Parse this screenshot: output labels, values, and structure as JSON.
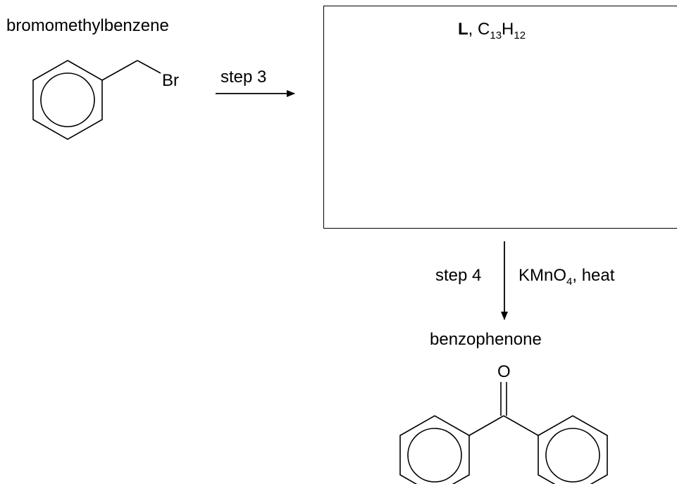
{
  "start": {
    "name": "bromomethylbenzene",
    "bromine": "Br"
  },
  "step3": {
    "label": "step 3"
  },
  "intermediate": {
    "letter": "L",
    "formula_sep": ", ",
    "formula_c": "C",
    "formula_c_count": "13",
    "formula_h": "H",
    "formula_h_count": "12"
  },
  "step4": {
    "label": "step 4",
    "reagent": "KMnO",
    "reagent_sub": "4",
    "condition": ", heat"
  },
  "product": {
    "name": "benzophenone",
    "oxygen": "O"
  }
}
